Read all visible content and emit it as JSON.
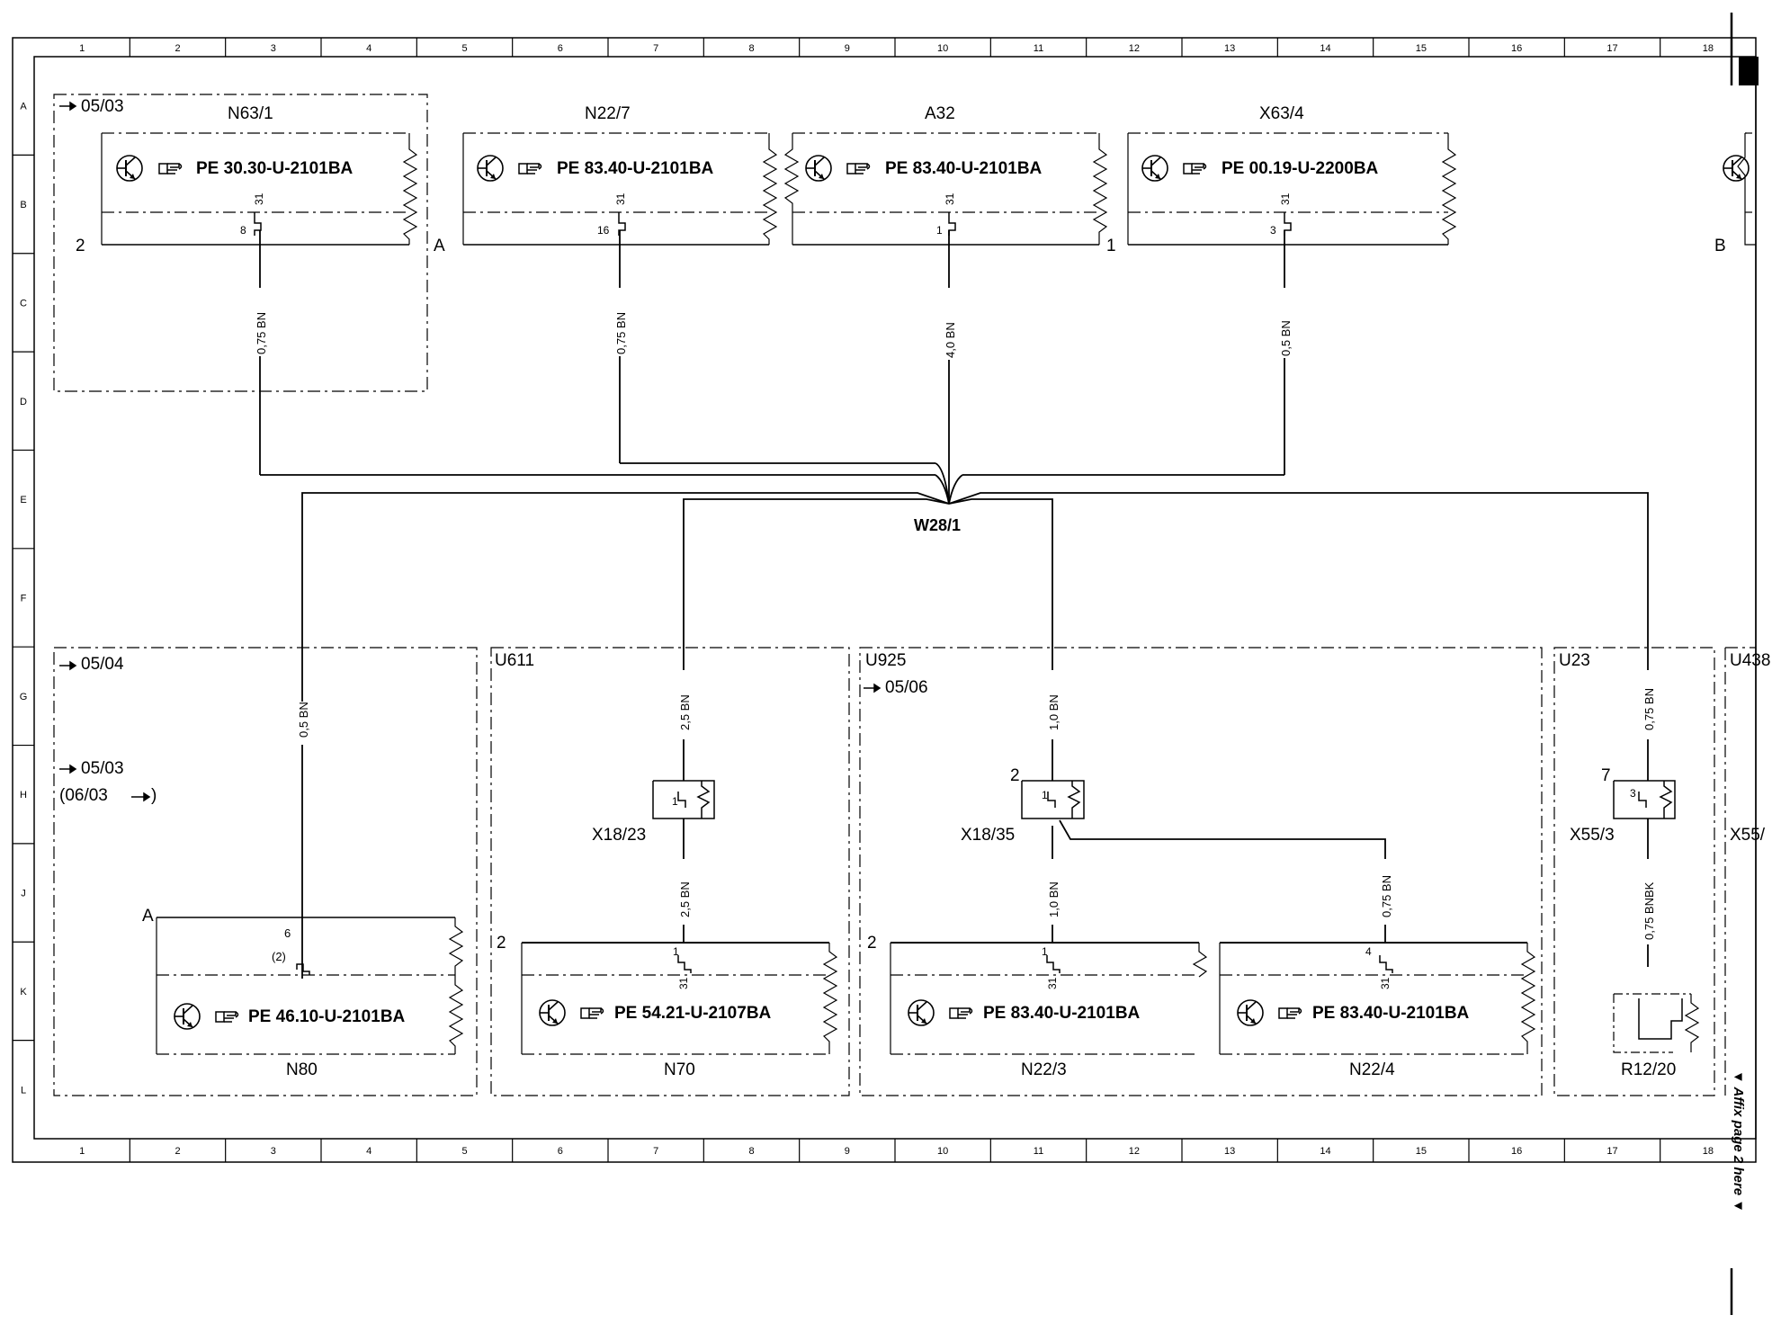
{
  "grid": {
    "columns": [
      "1",
      "2",
      "3",
      "4",
      "5",
      "6",
      "7",
      "8",
      "9",
      "10",
      "11",
      "12",
      "13",
      "14",
      "15",
      "16",
      "17",
      "18"
    ],
    "rows": [
      "A",
      "B",
      "C",
      "D",
      "E",
      "F",
      "G",
      "H",
      "J",
      "K",
      "L"
    ]
  },
  "splice": "W28/1",
  "top_components": [
    {
      "name": "N63/1",
      "ref": "PE 30.30-U-2101BA",
      "pin": "8",
      "term": "31",
      "wire": "0,75 BN",
      "left_mark": "2",
      "right_mark": "A",
      "sheet": "05/03"
    },
    {
      "name": "N22/7",
      "ref": "PE 83.40-U-2101BA",
      "pin": "16",
      "term": "31",
      "wire": "0,75 BN"
    },
    {
      "name": "A32",
      "ref": "PE 83.40-U-2101BA",
      "pin": "1",
      "term": "31",
      "wire": "4,0 BN",
      "right_mark": "1"
    },
    {
      "name": "X63/4",
      "ref": "PE 00.19-U-2200BA",
      "pin": "3",
      "term": "31",
      "wire": "0,5 BN"
    },
    {
      "right_mark": "B"
    }
  ],
  "regions": {
    "left": {
      "sheet1": "05/04",
      "sheet2": "05/03",
      "sheet3": "(06/03",
      "sheet3_end": ")",
      "mark_a": "A",
      "pin": "6",
      "pin2": "(2)"
    },
    "u611": {
      "name": "U611",
      "mark": "2"
    },
    "u925": {
      "name": "U925",
      "sheet": "05/06",
      "mark": "2",
      "conn_pin": "2"
    },
    "u23": {
      "name": "U23",
      "conn_pin": "7"
    },
    "u438": {
      "name": "U438",
      "conn": "X55/"
    }
  },
  "bottom": {
    "n80": {
      "name": "N80",
      "ref": "PE 46.10-U-2101BA",
      "wire": "0,5 BN"
    },
    "n70": {
      "name": "N70",
      "ref": "PE 54.21-U-2107BA",
      "wire_top": "2,5 BN",
      "wire_bot": "2,5 BN",
      "conn": "X18/23",
      "conn_pin": "1",
      "pin": "1",
      "term": "31"
    },
    "n22_3": {
      "name": "N22/3",
      "ref": "PE 83.40-U-2101BA",
      "wire_top": "1,0 BN",
      "wire_bot": "1,0 BN",
      "conn": "X18/35",
      "conn_pin": "1",
      "pin": "1",
      "term": "31"
    },
    "n22_4": {
      "name": "N22/4",
      "ref": "PE 83.40-U-2101BA",
      "wire": "0,75 BN",
      "pin": "4",
      "term": "31"
    },
    "r12_20": {
      "name": "R12/20",
      "wire_top": "0,75 BN",
      "wire_bot": "0,75 BNBK",
      "conn": "X55/3",
      "conn_pin": "3"
    }
  },
  "affix": "▼ Affix page 2 here ▼"
}
